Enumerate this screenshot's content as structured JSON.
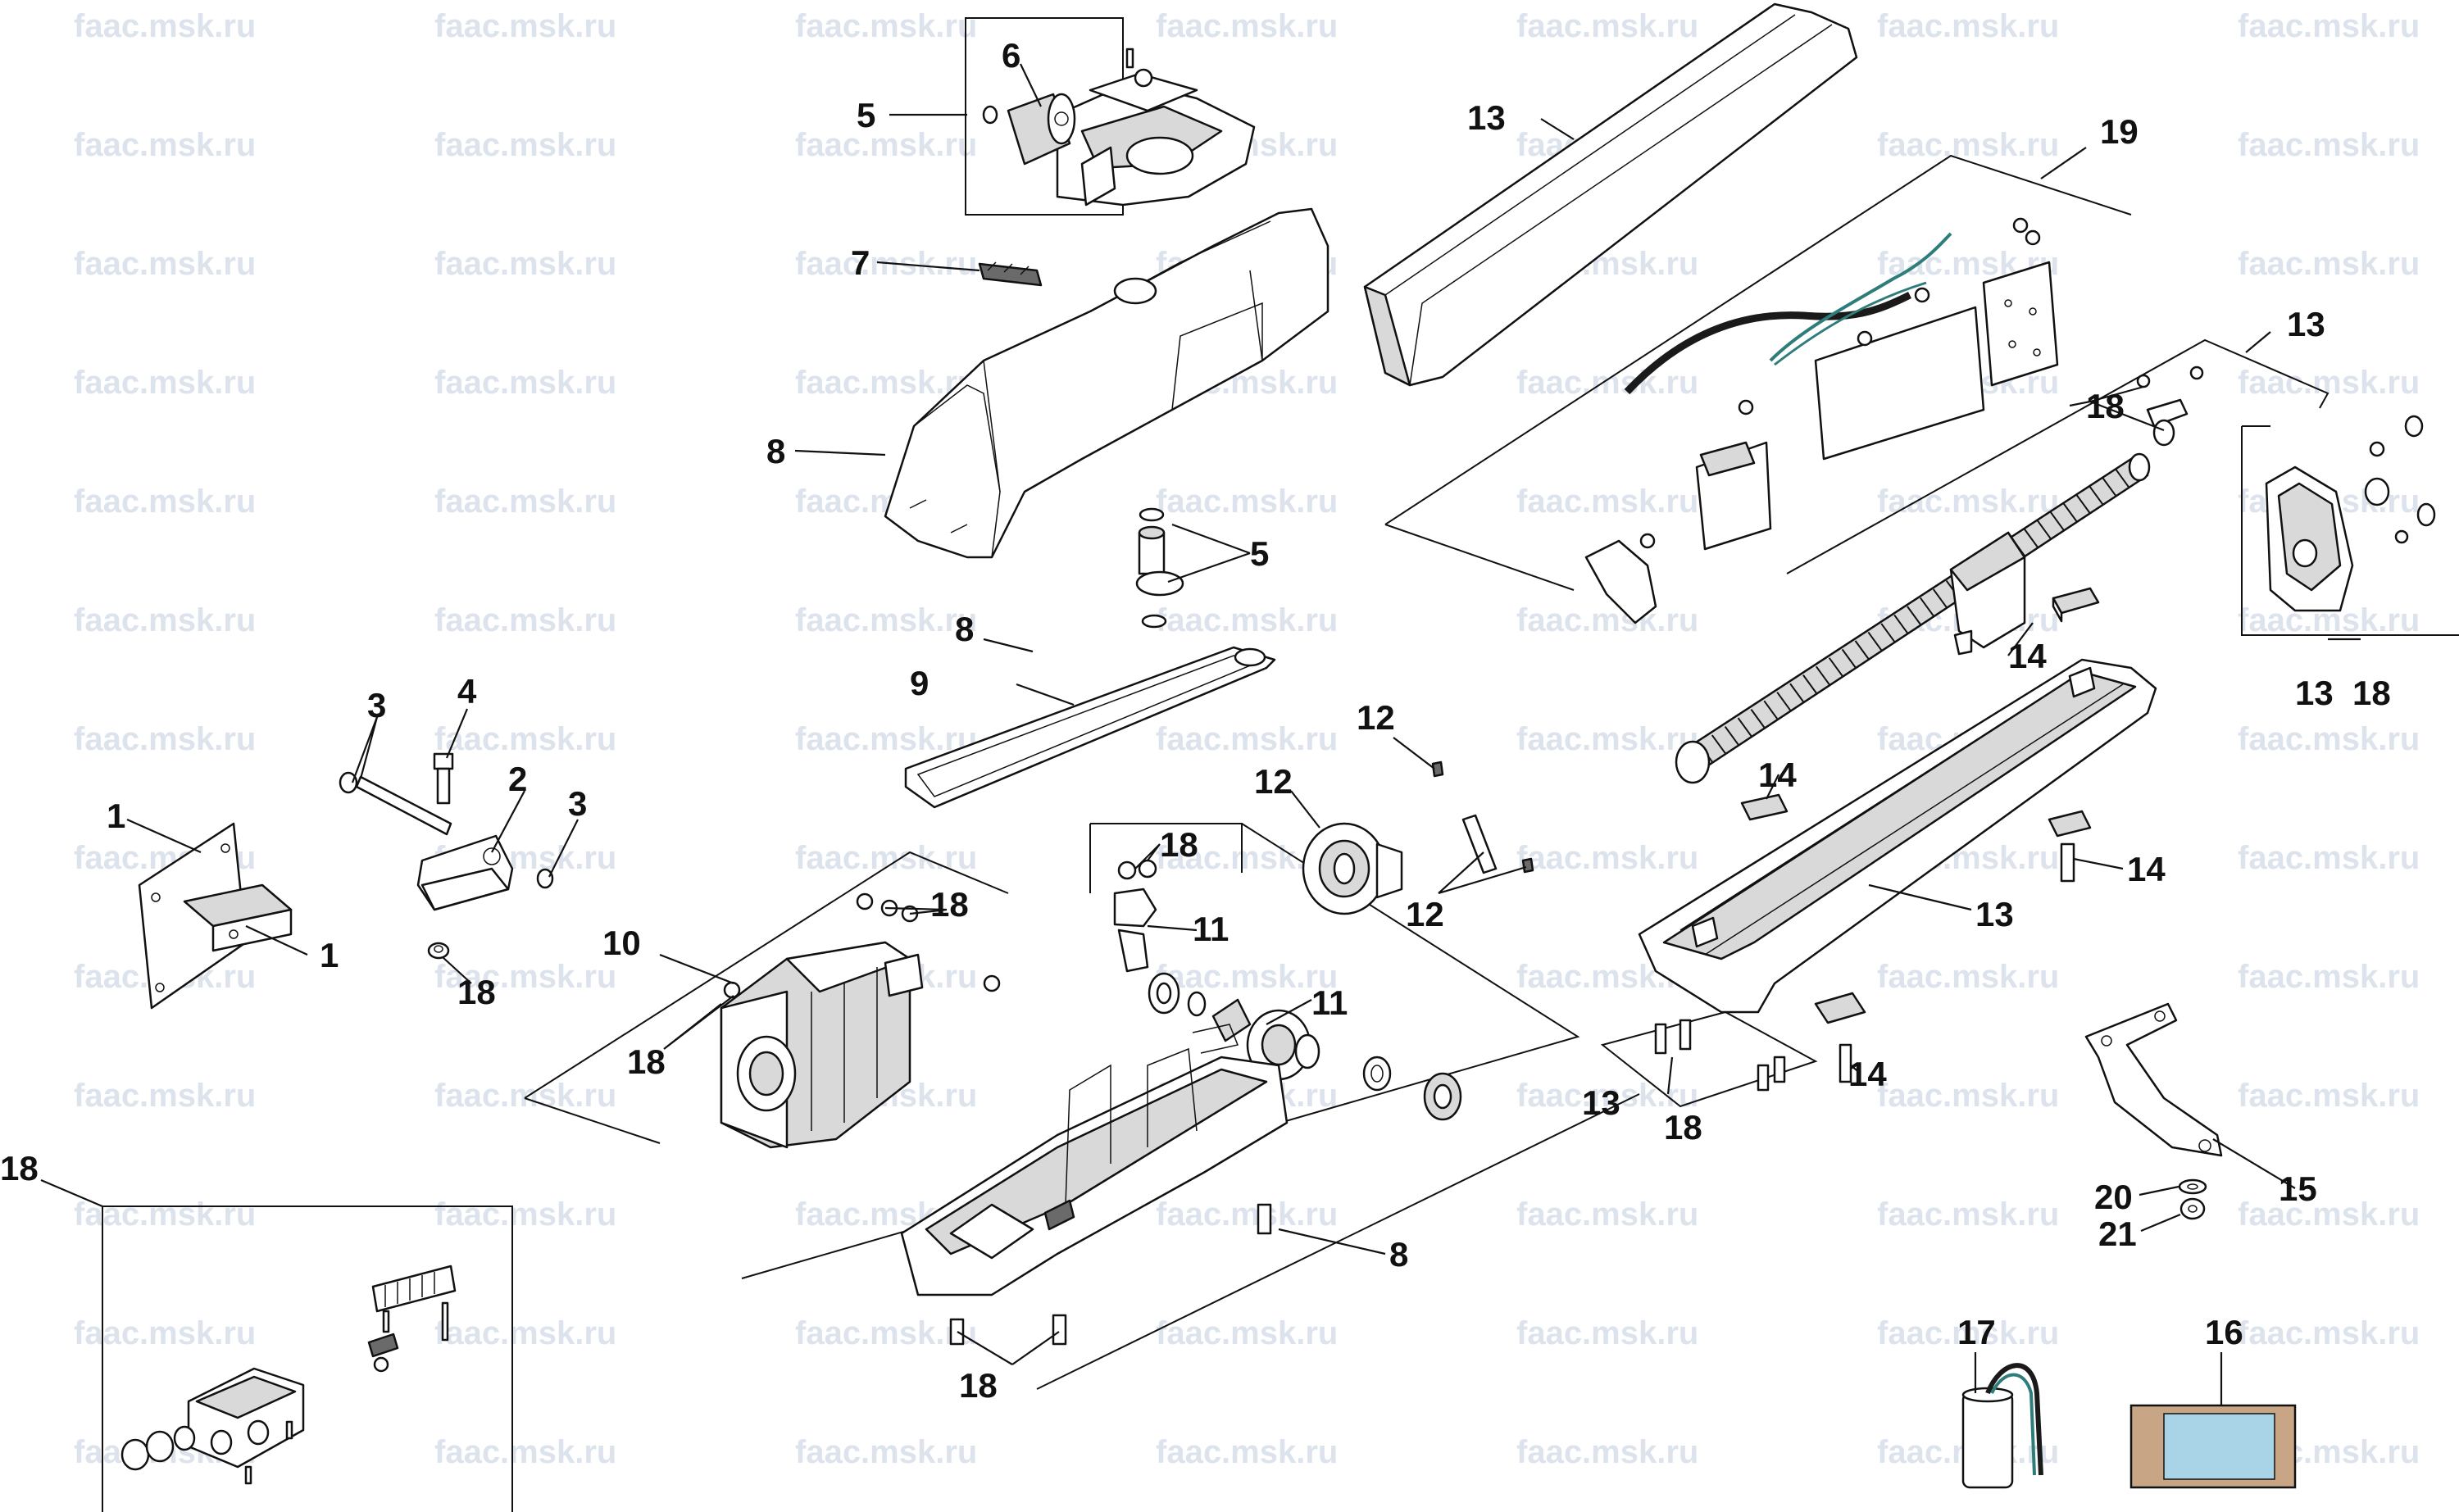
{
  "watermark": "faac.msk.ru",
  "colors": {
    "wire_dark": "#1a1a1a",
    "wire_teal": "#2f7d7a",
    "foam_tan": "#c8a585",
    "foam_blue": "#a9d3e6"
  },
  "labels": {
    "n1": "1",
    "n2": "2",
    "n3": "3",
    "n4": "4",
    "n5": "5",
    "n6": "6",
    "n7": "7",
    "n8": "8",
    "n9": "9",
    "n10": "10",
    "n11": "11",
    "n12": "12",
    "n13": "13",
    "n14": "14",
    "n15": "15",
    "n16": "16",
    "n17": "17",
    "n18": "18",
    "n19": "19",
    "n20": "20",
    "n21": "21"
  }
}
